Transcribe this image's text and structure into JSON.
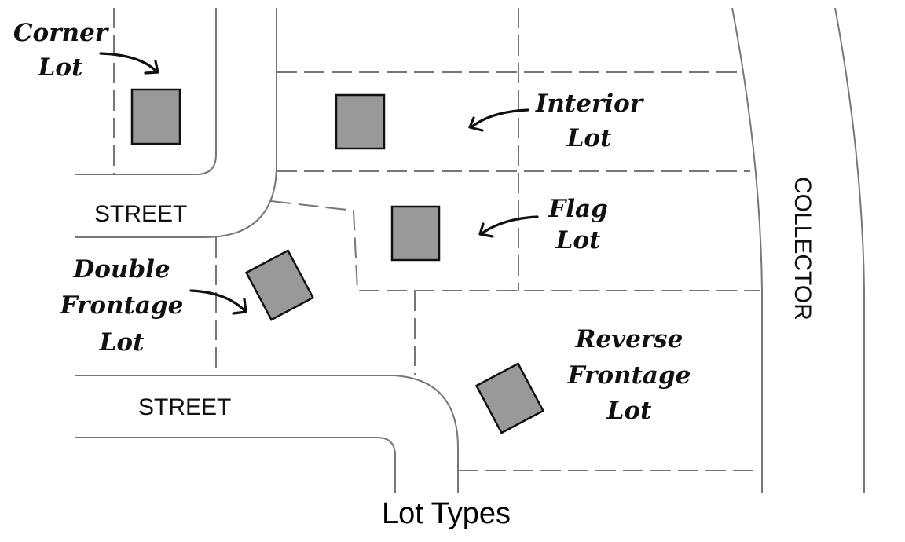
{
  "caption": "Lot Types",
  "streets": {
    "upper": "STREET",
    "lower": "STREET",
    "collector": "COLLECTOR"
  },
  "lot_labels": {
    "corner": [
      "Corner",
      "Lot"
    ],
    "interior": [
      "Interior",
      "Lot"
    ],
    "flag": [
      "Flag",
      "Lot"
    ],
    "double_frontage": [
      "Double",
      "Frontage",
      "Lot"
    ],
    "reverse_frontage": [
      "Reverse",
      "Frontage",
      "Lot"
    ]
  },
  "colors": {
    "building_fill": "#999999",
    "line": "#777777",
    "text": "#111111"
  }
}
